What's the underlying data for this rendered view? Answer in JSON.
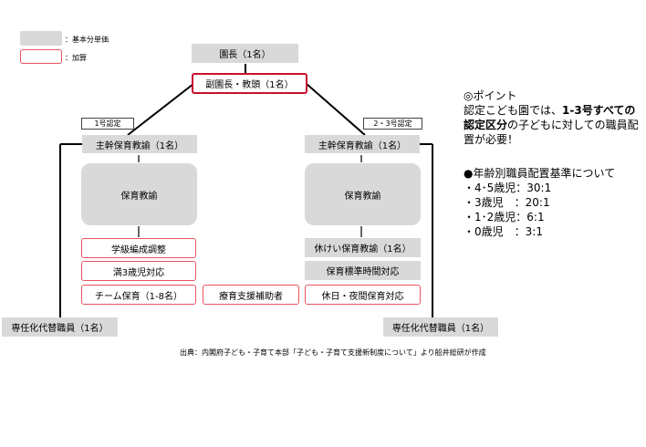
{
  "legend": {
    "base_label": "：基本分単価",
    "addition_label": "：加算"
  },
  "org": {
    "director": "園長（1名）",
    "vice_director": "副園長・教頭（1名）",
    "tag_left": "1号認定",
    "tag_right": "2・3号認定",
    "left_chief": "主幹保育教諭（1名）",
    "right_chief": "主幹保育教諭（1名）",
    "left_teacher": "保育教諭",
    "right_teacher": "保育教諭",
    "left_add_1": "学級編成調整",
    "left_add_2": "満3歳児対応",
    "left_add_3": "チーム保育（1-8名）",
    "center_add": "療育支援補助者",
    "right_base_1": "休けい保育教諭（1名）",
    "right_base_2": "保育標準時間対応",
    "right_add_1": "休日・夜間保育対応",
    "left_substitute": "専任化代替職員（1名）",
    "right_substitute": "専任化代替職員（1名）"
  },
  "point": {
    "heading": "◎ポイント",
    "text_1": "認定こども園では、",
    "bold": "1-3号すべての認定区分",
    "text_2": "の子どもに対しての職員配置が必要！"
  },
  "ratio": {
    "heading": "●年齢別職員配置基準について",
    "rows": [
      "・4･5歳児：30:1",
      "・3歳児　：20:1",
      "・1･2歳児：6:1",
      "・0歳児　：3:1"
    ]
  },
  "source": "出典：内閣府子ども・子育て本部「子ども・子育て支援新制度について」より船井総研が作成",
  "colors": {
    "base_fill": "#d9d9d9",
    "addition_border": "#e8555f",
    "vice_border": "#c8102e"
  }
}
